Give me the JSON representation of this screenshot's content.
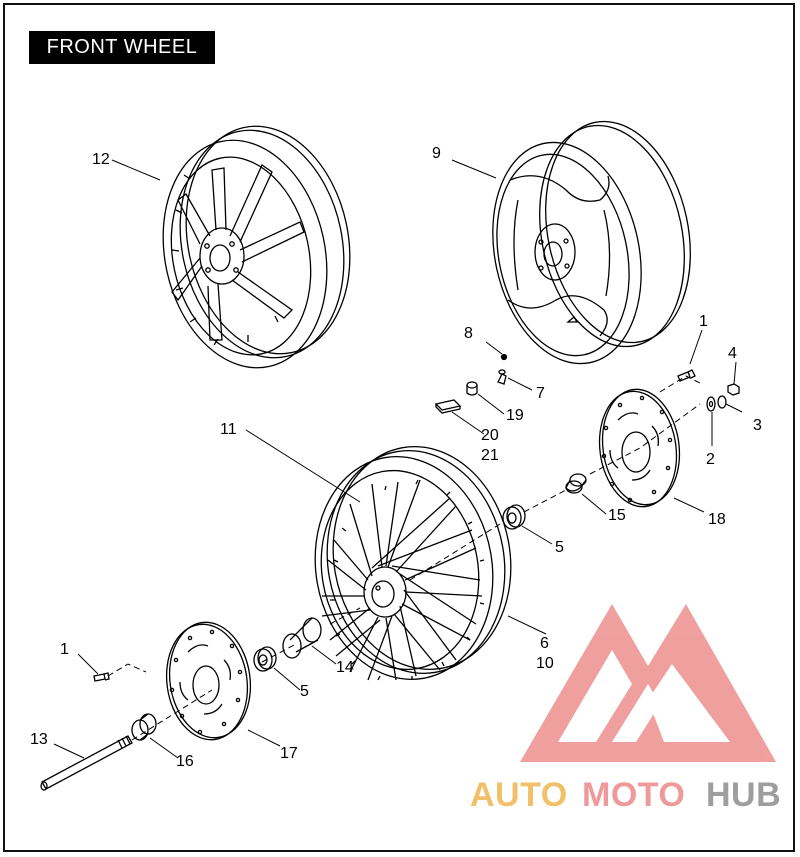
{
  "title": "FRONT WHEEL",
  "callouts": {
    "c1a": "1",
    "c1b": "1",
    "c2": "2",
    "c3": "3",
    "c4": "4",
    "c5a": "5",
    "c5b": "5",
    "c6": "6",
    "c7": "7",
    "c8": "8",
    "c9": "9",
    "c10": "10",
    "c11": "11",
    "c12": "12",
    "c13": "13",
    "c14": "14",
    "c15": "15",
    "c16": "16",
    "c17": "17",
    "c18": "18",
    "c19": "19",
    "c20": "20",
    "c21": "21"
  },
  "watermark": {
    "part1": "AUTO",
    "part2": "MOTO",
    "part3": "HUB",
    "colors": {
      "auto": "#f3c06a",
      "moto": "#ef9a9a",
      "hub": "#9e9e9e",
      "logo": "#ee8f8f"
    }
  }
}
